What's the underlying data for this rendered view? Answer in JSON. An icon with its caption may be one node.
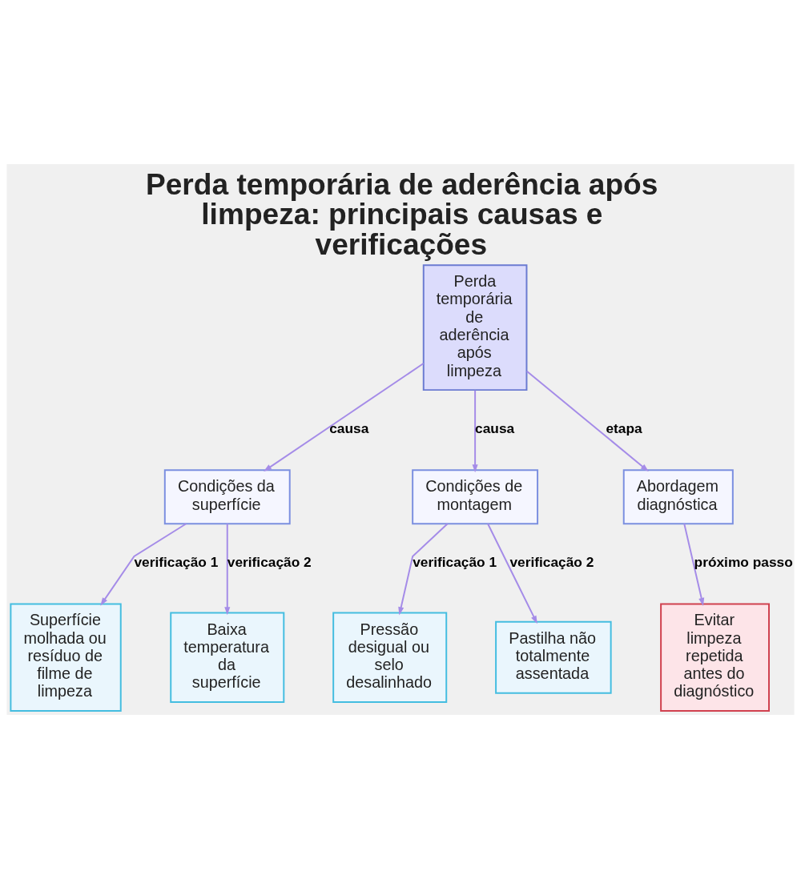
{
  "diagram": {
    "title": "Perda temporária de aderência após limpeza: principais causas e verificações",
    "nodes": [
      {
        "text": [
          "Perda temporária de aderência após limpeza"
        ]
      },
      {
        "text": [
          "Condições da superfície"
        ]
      },
      {
        "text": [
          "Condições de montagem"
        ]
      },
      {
        "text": [
          "Abordagem diagnóstica"
        ]
      },
      {
        "text": [
          "Superfície molhada ou resíduo de filme de limpeza"
        ]
      },
      {
        "text": [
          "Baixa temperatura da superfície"
        ]
      },
      {
        "text": [
          "Pressão desigual ou selo desalinhado"
        ]
      },
      {
        "text": [
          "Pastilha não totalmente assentada"
        ]
      },
      {
        "text": [
          "Evitar limpeza repetida antes do diagnóstico"
        ]
      }
    ],
    "edges": [
      {
        "from": 0,
        "to": 1,
        "arrow": "to",
        "label": "causa"
      },
      {
        "from": 0,
        "to": 2,
        "arrow": "to",
        "label": "causa"
      },
      {
        "from": 0,
        "to": 3,
        "arrow": "to",
        "label": "etapa"
      },
      {
        "from": 1,
        "to": 4,
        "arrow": "to",
        "label": "verificação 1"
      },
      {
        "from": 1,
        "to": 5,
        "arrow": "to",
        "label": "verificação 2"
      },
      {
        "from": 2,
        "to": 6,
        "arrow": "to",
        "label": "verificação 1"
      },
      {
        "from": 2,
        "to": 7,
        "arrow": "to",
        "label": "verificação 2"
      },
      {
        "from": 3,
        "to": 8,
        "arrow": "to",
        "label": "próximo passo"
      }
    ]
  }
}
